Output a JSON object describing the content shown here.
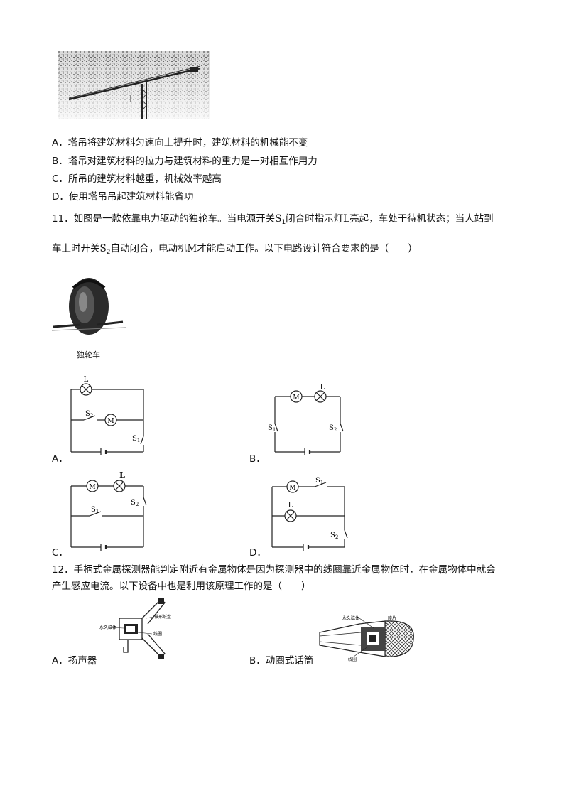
{
  "q10": {
    "options": [
      {
        "letter": "A．",
        "text": "塔吊将建筑材料匀速向上提升时，建筑材料的机械能不变"
      },
      {
        "letter": "B．",
        "text": "塔吊对建筑材料的拉力与建筑材料的重力是一对相互作用力"
      },
      {
        "letter": "C．",
        "text": "所吊的建筑材料越重，机械效率越高"
      },
      {
        "letter": "D．",
        "text": "使用塔吊吊起建筑材料能省功"
      }
    ]
  },
  "q11": {
    "line1_pre": "11．如图是一款依靠电力驱动的独轮车。当电源开关",
    "line1_s": "S",
    "line1_s_sub": "1",
    "line1_post": "闭合时指示灯",
    "line1_l": "L",
    "line1_post2": "亮起，车处于待机状态；当人站到",
    "line2_pre": "车上时开关",
    "line2_s": "S",
    "line2_s_sub": "2",
    "line2_post": "自动闭合，电动机",
    "line2_m": "M",
    "line2_post2": "才能启动工作。以下电路设计符合要求的是（　　）",
    "image_caption": "独轮车",
    "circuit_labels": {
      "L": "L",
      "M": "M",
      "S": "S",
      "sub1": "1",
      "sub2": "2"
    },
    "option_letters": [
      "A．",
      "B．",
      "C．",
      "D．"
    ]
  },
  "q12": {
    "line1": "12．手柄式金属探测器能判定附近有金属物体是因为探测器中的线圈靠近金属物体时，在金属物体中就会",
    "line2": "产生感应电流。以下设备中也是利用该原理工作的是（　　）",
    "options": [
      {
        "letter": "A．",
        "text": "扬声器"
      },
      {
        "letter": "B．",
        "text": "动圈式话筒"
      }
    ],
    "speaker_labels": [
      "永久磁体",
      "锥形纸盆",
      "线圈"
    ],
    "mic_labels": [
      "永久磁体",
      "膜片",
      "线圈"
    ]
  }
}
